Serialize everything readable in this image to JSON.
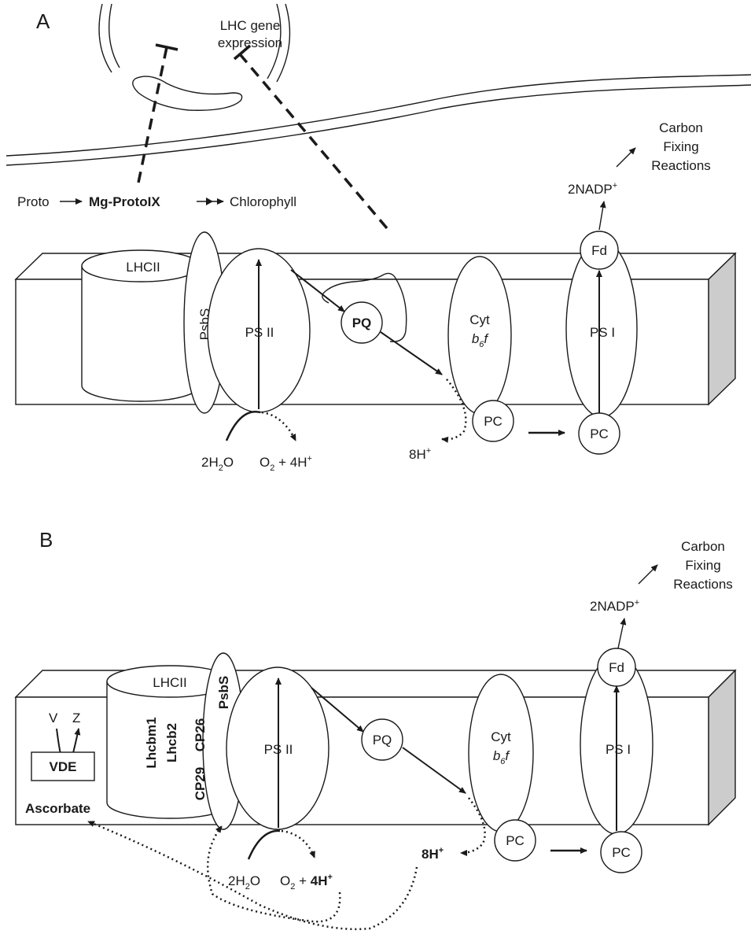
{
  "panel_a": {
    "letter": "A",
    "lhc_expression_line1": "LHC gene",
    "lhc_expression_line2": "expression",
    "proto": "Proto",
    "mg_protoix": "Mg-ProtoIX",
    "chlorophyll": "Chlorophyll",
    "carbon_line1": "Carbon",
    "carbon_line2": "Fixing",
    "carbon_line3": "Reactions",
    "nadp": "2NADP",
    "nadp_sup": "+",
    "lhcii": "LHCII",
    "psbs": "PsbS",
    "ps2": "PS II",
    "pq": "PQ",
    "cyt": "Cyt",
    "b6f_b": "b",
    "b6f_sub": "6",
    "b6f_f": "f",
    "ps1": "PS I",
    "fd": "Fd",
    "pc1": "PC",
    "pc2": "PC",
    "h2o_pre": "2H",
    "h2o_sub": "2",
    "h2o_post": "O",
    "o2_pre": "O",
    "o2_sub": "2",
    "o2_post": " + 4H",
    "o2_sup": "+",
    "h8": "8H",
    "h8_sup": "+"
  },
  "panel_b": {
    "letter": "B",
    "carbon_line1": "Carbon",
    "carbon_line2": "Fixing",
    "carbon_line3": "Reactions",
    "nadp": "2NADP",
    "nadp_sup": "+",
    "lhcii": "LHCII",
    "lhcbm1": "Lhcbm1",
    "lhcb2": "Lhcb2",
    "cp29": "CP29",
    "cp26": "CP26",
    "psbs": "PsbS",
    "ps2": "PS II",
    "pq": "PQ",
    "cyt": "Cyt",
    "b6f_b": "b",
    "b6f_sub": "6",
    "b6f_f": "f",
    "ps1": "PS I",
    "fd": "Fd",
    "pc1": "PC",
    "pc2": "PC",
    "v": "V",
    "z": "Z",
    "vde": "VDE",
    "ascorbate": "Ascorbate",
    "h2o_pre": "2H",
    "h2o_sub": "2",
    "h2o_post": "O",
    "o2_pre": "O",
    "o2_sub": "2",
    "o2_plus": " + ",
    "h4": "4H",
    "h4_sup": "+",
    "h8": "8H",
    "h8_sup": "+"
  }
}
